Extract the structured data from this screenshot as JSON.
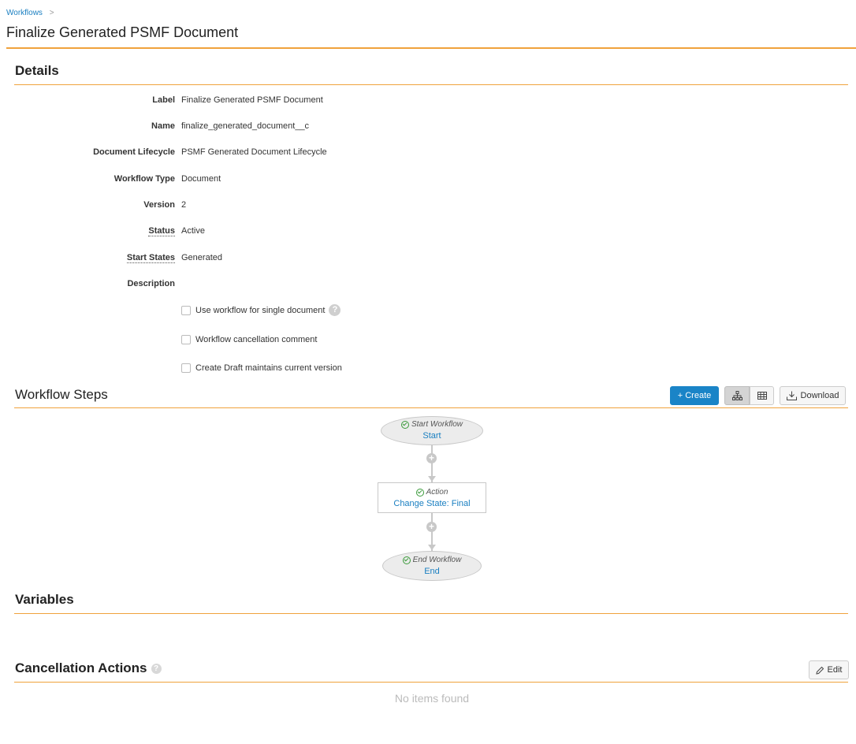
{
  "breadcrumb": {
    "parent": "Workflows",
    "separator": ">"
  },
  "page": {
    "title": "Finalize Generated PSMF Document"
  },
  "details": {
    "title": "Details",
    "fields": {
      "label": {
        "label": "Label",
        "value": "Finalize Generated PSMF Document"
      },
      "name": {
        "label": "Name",
        "value": "finalize_generated_document__c"
      },
      "lifecycle": {
        "label": "Document Lifecycle",
        "value": "PSMF Generated Document Lifecycle"
      },
      "type": {
        "label": "Workflow Type",
        "value": "Document"
      },
      "version": {
        "label": "Version",
        "value": "2"
      },
      "status": {
        "label": "Status",
        "value": "Active"
      },
      "start_states": {
        "label": "Start States",
        "value": "Generated"
      },
      "description": {
        "label": "Description",
        "value": ""
      }
    },
    "options": {
      "single_doc": {
        "label": "Use workflow for single document",
        "checked": false
      },
      "cancel_comment": {
        "label": "Workflow cancellation comment",
        "checked": false
      },
      "create_draft": {
        "label": "Create Draft maintains current version",
        "checked": false
      }
    }
  },
  "workflow_steps": {
    "title": "Workflow Steps",
    "create_label": "+ Create",
    "download_label": "Download",
    "nodes": {
      "start": {
        "type": "Start Workflow",
        "name": "Start"
      },
      "action": {
        "type": "Action",
        "name": "Change State: Final"
      },
      "end": {
        "type": "End Workflow",
        "name": "End"
      }
    }
  },
  "variables": {
    "title": "Variables"
  },
  "cancellation": {
    "title": "Cancellation Actions",
    "edit_label": "Edit",
    "empty": "No items found"
  },
  "colors": {
    "accent": "#f0a23c",
    "link": "#1a7fc1",
    "primary_button": "#1a84c7",
    "check": "#3a9a3a"
  }
}
